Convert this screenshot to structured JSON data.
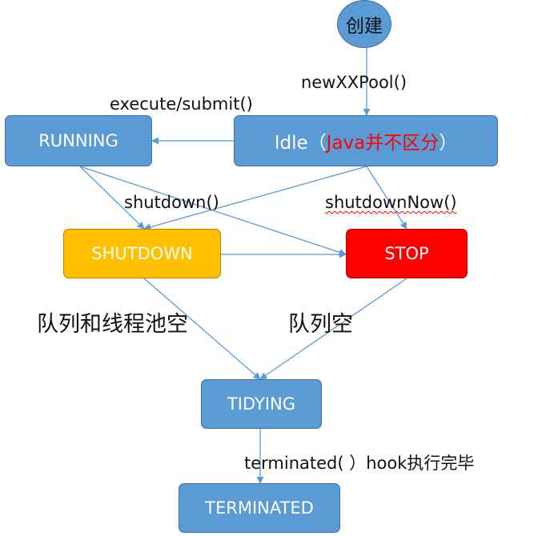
{
  "nodes": {
    "create": "创建",
    "running": "RUNNING",
    "idle_prefix": "Idle（",
    "idle_note": "Java并不区分",
    "idle_suffix": "）",
    "shutdown": "SHUTDOWN",
    "stop": "STOP",
    "tidying": "TIDYING",
    "terminated": "TERMINATED"
  },
  "labels": {
    "new_pool": "newXXPool()",
    "execute_submit": "execute/submit()",
    "shutdown_call": "shutdown()",
    "shutdown_now_call": "shutdownNow()",
    "queue_and_pool_empty": "队列和线程池空",
    "queue_empty": "队列空",
    "terminated_hook": "terminated( ）hook执行完毕"
  },
  "colors": {
    "blue": "#5B9BD5",
    "yellow": "#FFC000",
    "red": "#FF0000",
    "edge": "#5B9BD5"
  }
}
